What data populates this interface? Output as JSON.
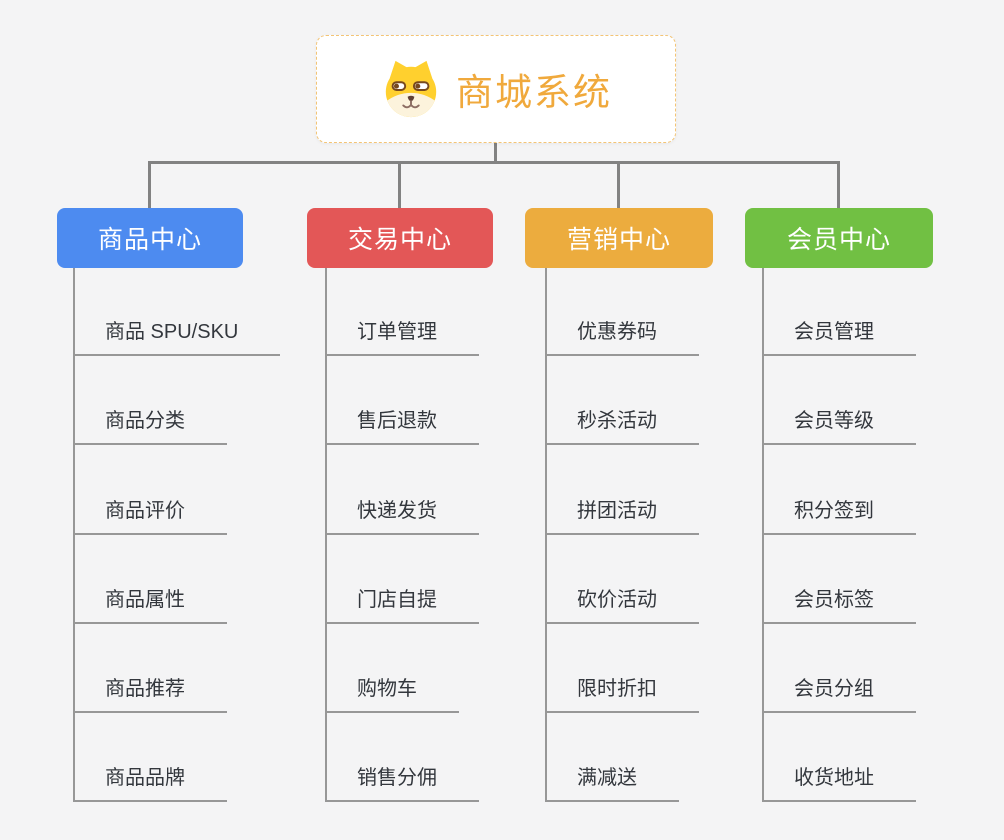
{
  "page": {
    "background_color": "#f4f4f5"
  },
  "root": {
    "title": "商城系统",
    "title_color": "#F0A93C",
    "border_color": "#F3C475",
    "fill_color": "#FFFFFF",
    "icon": "shiba-dog-face"
  },
  "connectors": {
    "main_color": "#828282",
    "branch_line_color": "#979797"
  },
  "branches": [
    {
      "label": "商品中心",
      "color": "#4D8BF0",
      "items": [
        "商品 SPU/SKU",
        "商品分类",
        "商品评价",
        "商品属性",
        "商品推荐",
        "商品品牌"
      ]
    },
    {
      "label": "交易中心",
      "color": "#E35757",
      "items": [
        "订单管理",
        "售后退款",
        "快递发货",
        "门店自提",
        "购物车",
        "销售分佣"
      ]
    },
    {
      "label": "营销中心",
      "color": "#ECAC3E",
      "items": [
        "优惠券码",
        "秒杀活动",
        "拼团活动",
        "砍价活动",
        "限时折扣",
        "满减送"
      ]
    },
    {
      "label": "会员中心",
      "color": "#71C043",
      "items": [
        "会员管理",
        "会员等级",
        "积分签到",
        "会员标签",
        "会员分组",
        "收货地址"
      ]
    }
  ]
}
